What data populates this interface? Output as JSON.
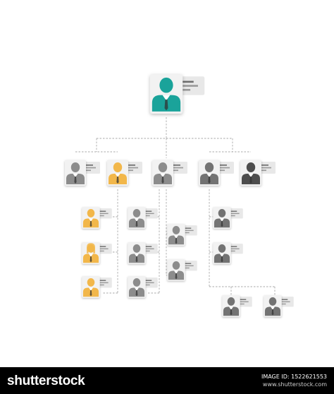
{
  "diagram": {
    "nodes": [
      {
        "id": "ceo",
        "kind": "top",
        "color": "teal"
      },
      {
        "id": "manager-1",
        "color": "gray"
      },
      {
        "id": "manager-2",
        "color": "orange"
      },
      {
        "id": "manager-3",
        "color": "gray"
      },
      {
        "id": "manager-4",
        "color": "darkgray"
      },
      {
        "id": "manager-5",
        "color": "darkest"
      },
      {
        "id": "staff-orange-1",
        "color": "orange"
      },
      {
        "id": "staff-orange-2",
        "color": "orange",
        "kind": "female"
      },
      {
        "id": "staff-orange-3",
        "color": "orange"
      },
      {
        "id": "staff-gray-1",
        "color": "gray"
      },
      {
        "id": "staff-gray-2",
        "color": "gray"
      },
      {
        "id": "staff-gray-3",
        "color": "gray"
      },
      {
        "id": "staff-mid-1",
        "color": "gray"
      },
      {
        "id": "staff-mid-2",
        "color": "gray"
      },
      {
        "id": "staff-right-1",
        "color": "darkgray"
      },
      {
        "id": "staff-right-2",
        "color": "darkgray"
      },
      {
        "id": "staff-bottom-1",
        "color": "darkgray"
      },
      {
        "id": "staff-bottom-2",
        "color": "darkgray"
      }
    ],
    "colors": {
      "teal": "#1aa39a",
      "orange": "#f2b74a",
      "gray": "#8c8c8c",
      "darkgray": "#737373",
      "darkest": "#4d4d4d",
      "line": "#a8a8a8"
    }
  },
  "footer": {
    "brand": "shutterstock",
    "image_id": "IMAGE ID: 1522621553",
    "site": "www.shutterstock.com"
  }
}
